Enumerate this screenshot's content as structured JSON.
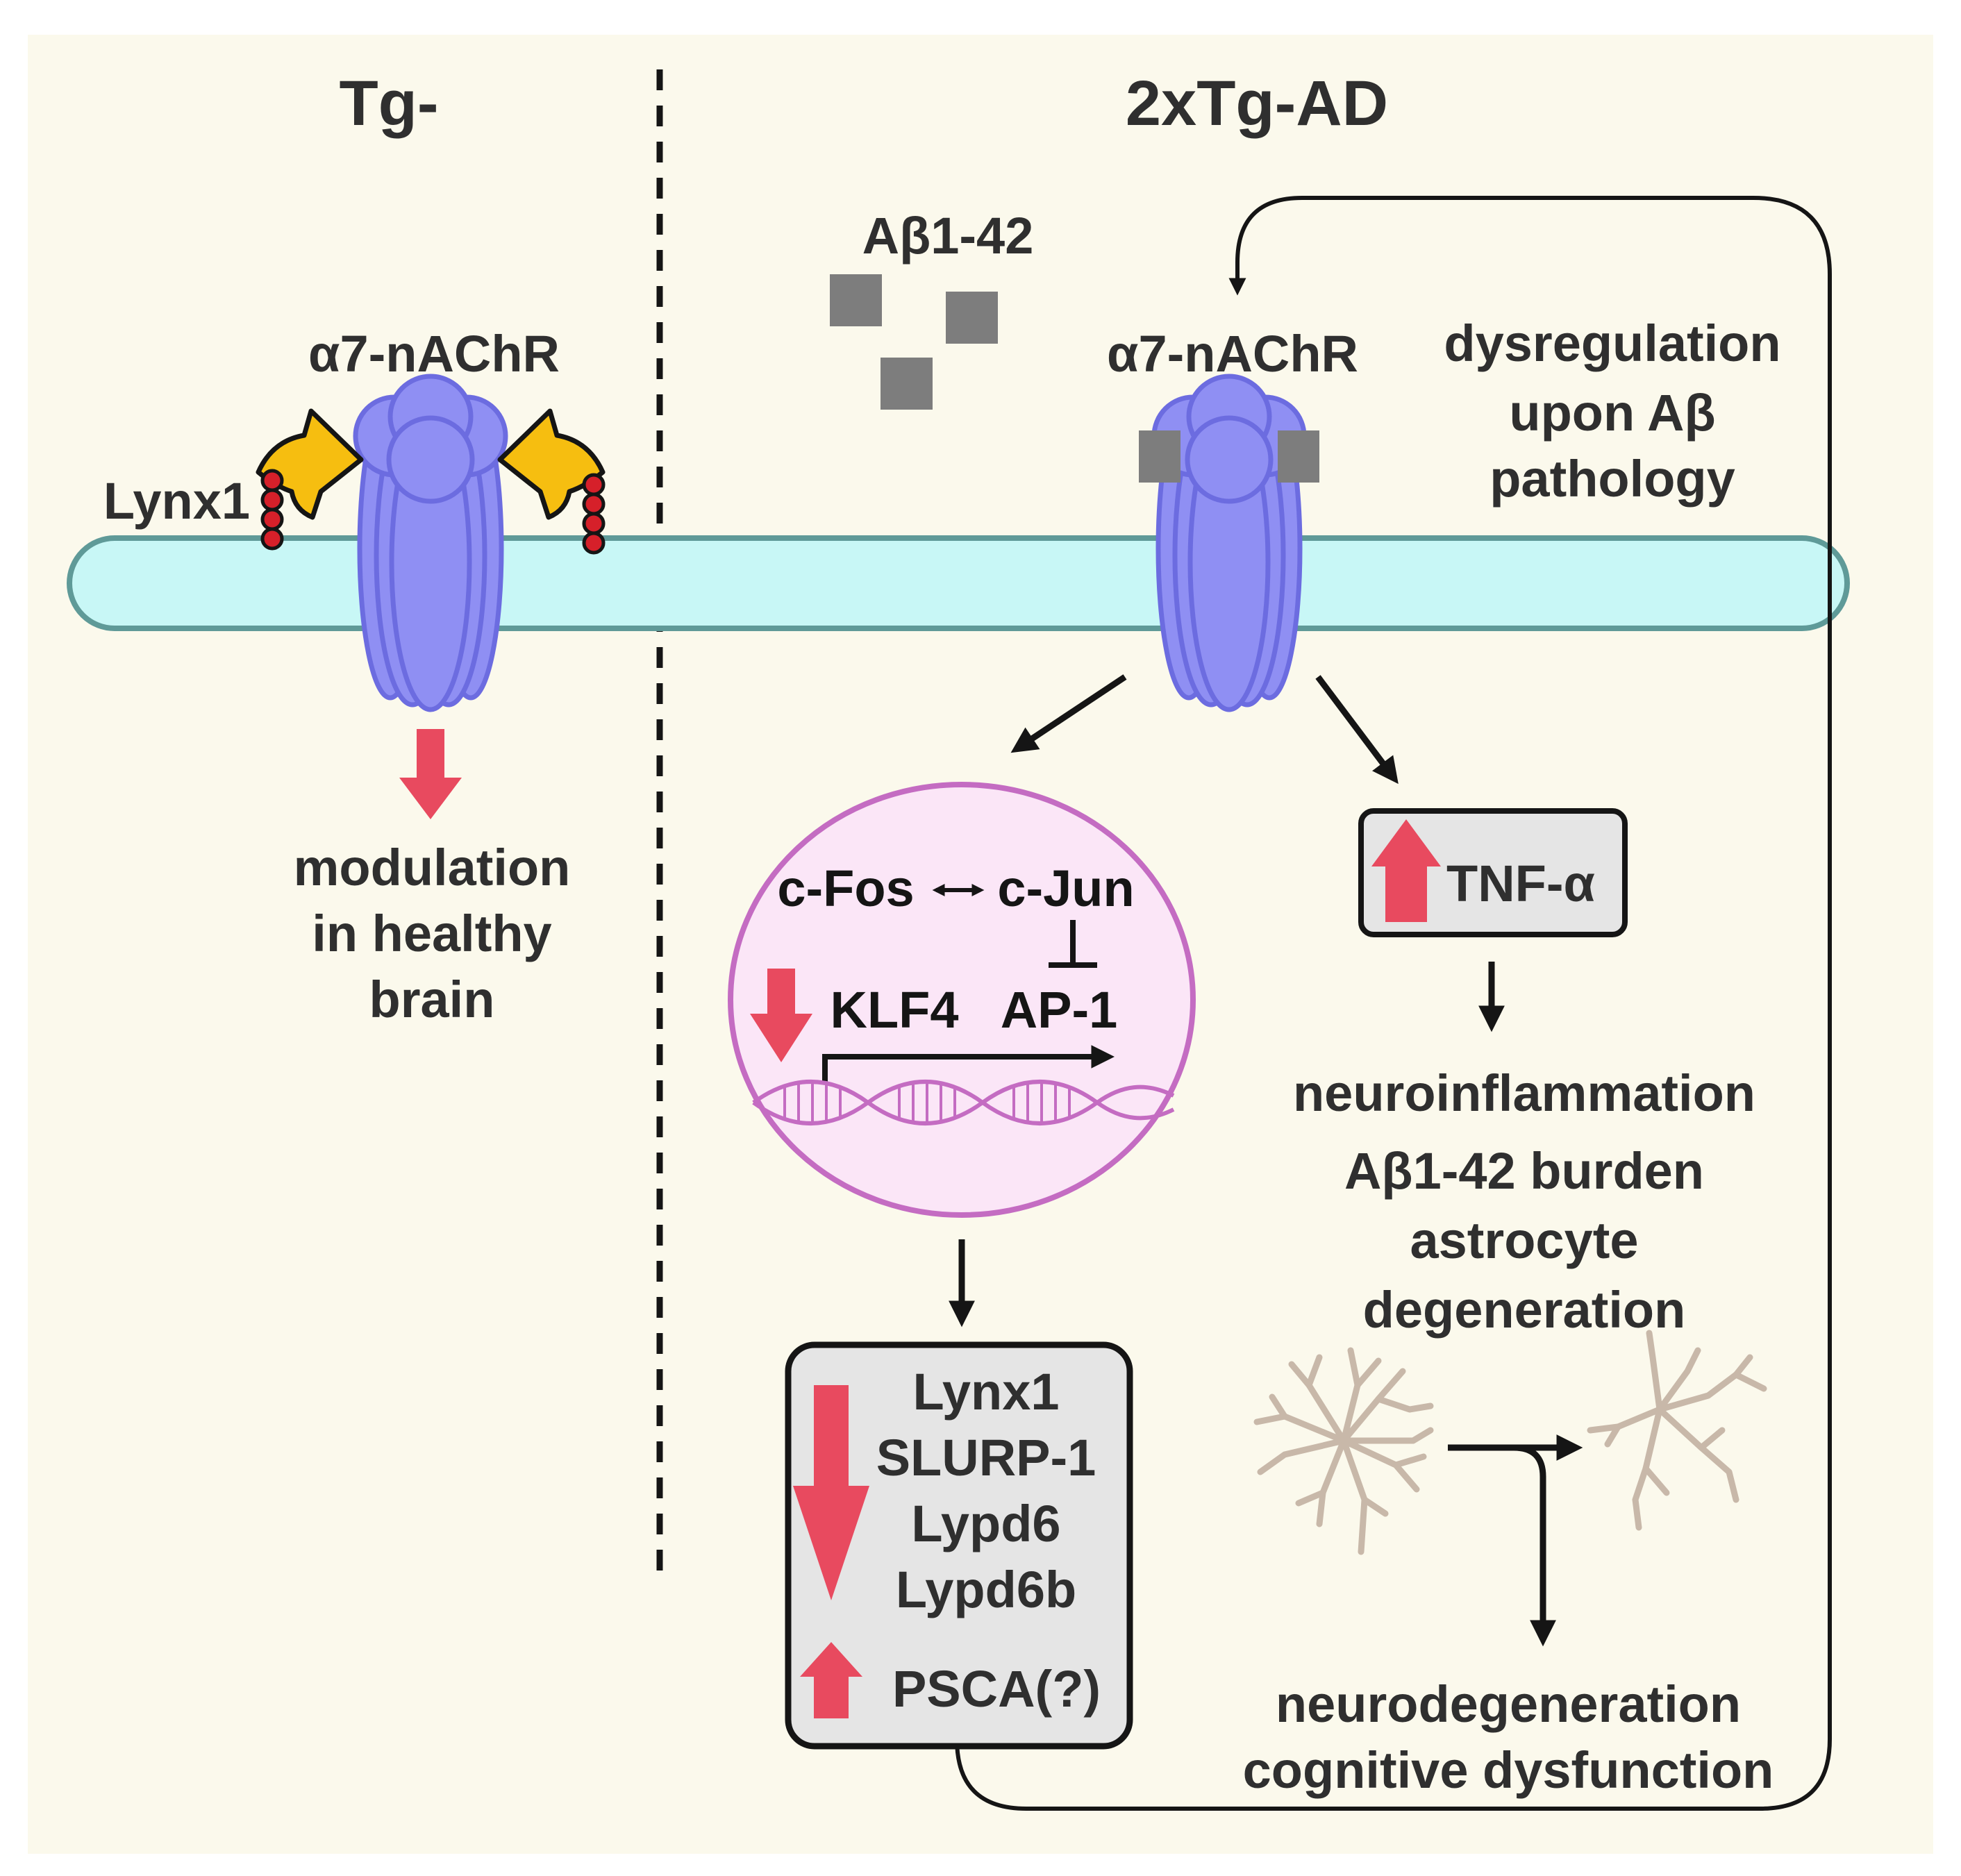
{
  "panels": {
    "left_title": "Tg-",
    "right_title": "2xTg-AD"
  },
  "left": {
    "receptor_label": "α7-nAChR",
    "lynx_label": "Lynx1",
    "modulation_lines": [
      "modulation",
      "in healthy",
      "brain"
    ]
  },
  "right": {
    "abeta_label": "Aβ1-42",
    "receptor_label": "α7-nAChR",
    "dysregulation_lines": [
      "dysregulation",
      "upon Aβ",
      "pathology"
    ],
    "nucleus": {
      "cfos": "c-Fos",
      "cjun": "c-Jun",
      "klf4": "KLF4",
      "ap1": "AP-1"
    },
    "tnf_label": "TNF-α",
    "effects_lines": [
      "neuroinflammation",
      "Aβ1-42 burden",
      "astrocyte",
      "degeneration"
    ],
    "down_genes": [
      "Lynx1",
      "SLURP-1",
      "Lypd6",
      "Lypd6b"
    ],
    "up_gene": "PSCA(?)",
    "outcome_lines": [
      "neurodegeneration",
      "cognitive dysfunction"
    ]
  },
  "colors": {
    "background": "#fbf9ec",
    "membrane": "#c8f7f6",
    "membrane_stroke": "#5f9a98",
    "receptor": "#8f8ff3",
    "receptor_stroke": "#6c6ce0",
    "lynx_yellow": "#f6be10",
    "bead_red": "#d6202a",
    "regulation_arrow": "#e84a5f",
    "nucleus_fill": "#fbe6f7",
    "nucleus_stroke": "#c46cc2",
    "box_fill": "#e5e5e5",
    "abeta_gray": "#7d7d7d",
    "astrocyte": "#c8b8a9"
  }
}
